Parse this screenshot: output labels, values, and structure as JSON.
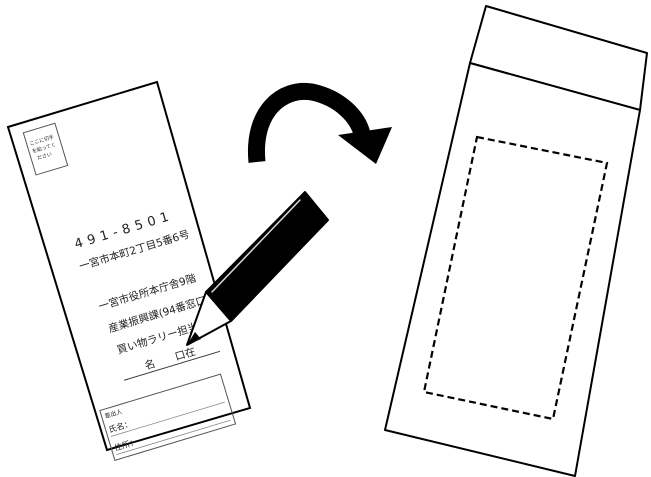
{
  "postcard": {
    "stamp_text": [
      "ここに切手",
      "を貼ってく",
      "ださい"
    ],
    "postal_code": "491-8501",
    "address_line": "一宮市本町2丁目5番6号",
    "recipient_line1": "一宮市役所本庁舎9階",
    "recipient_line2": "産業振興課(94番窓口)",
    "recipient_line3": "買い物ラリー担当　宛",
    "recipient_line4": "名　　口在",
    "sender_label": "差出人",
    "name_label": "氏名：",
    "address_label": "住所："
  },
  "colors": {
    "ink": "#000000",
    "paper": "#ffffff",
    "text": "#222222"
  },
  "icons": {
    "pencil": "pencil-icon",
    "arrow": "curved-arrow-icon"
  }
}
